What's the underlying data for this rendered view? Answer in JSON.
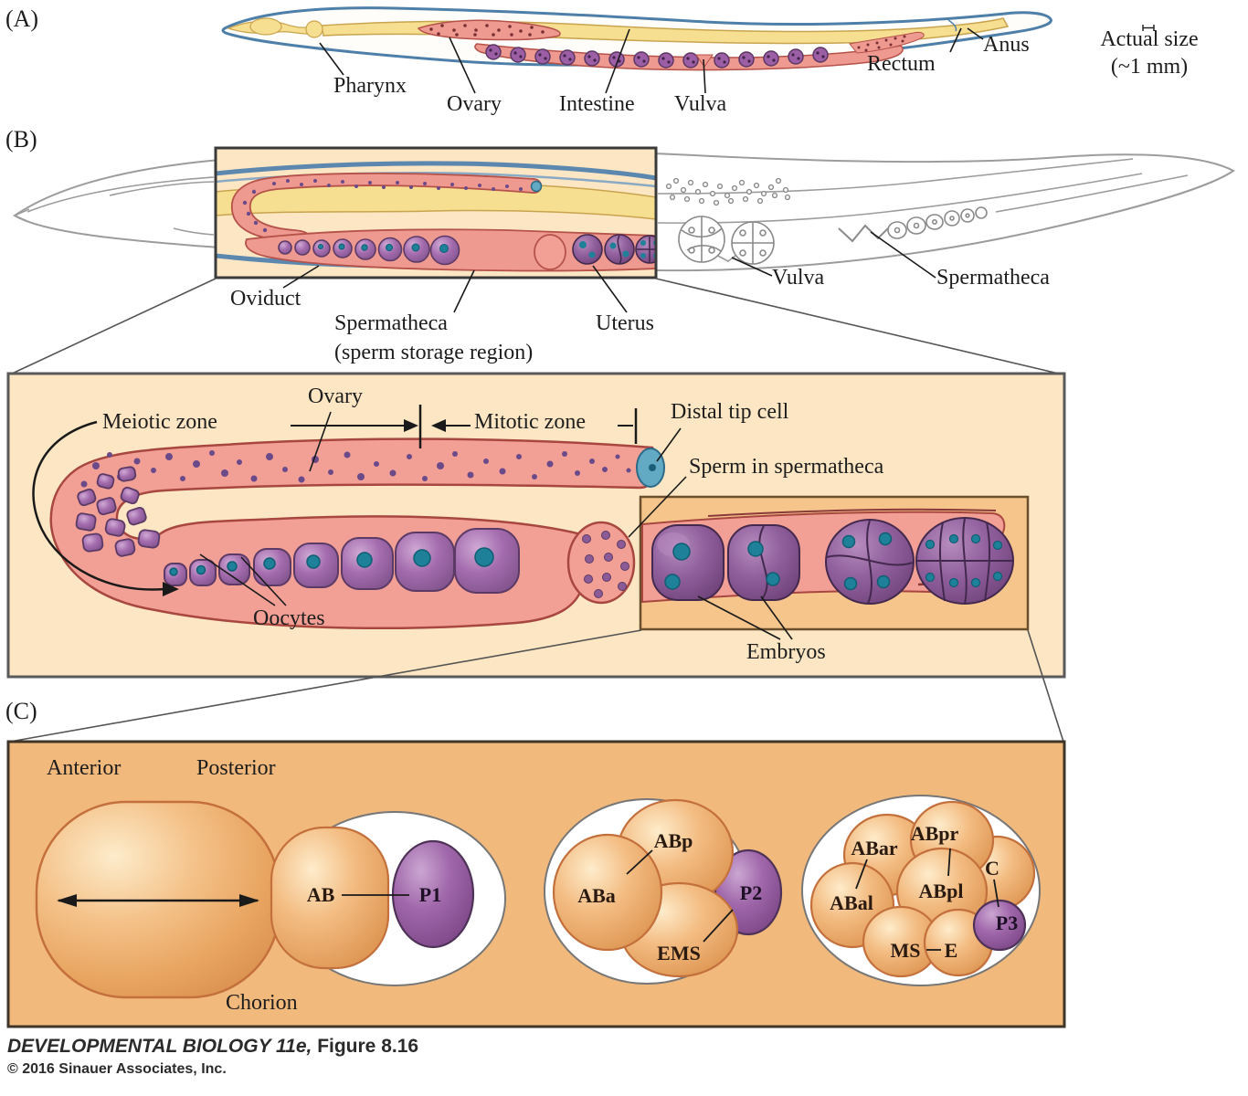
{
  "figure": {
    "panel_a": {
      "tag": "(A)",
      "labels": {
        "pharynx": "Pharynx",
        "ovary": "Ovary",
        "intestine": "Intestine",
        "vulva": "Vulva",
        "rectum": "Rectum",
        "anus": "Anus",
        "actual_size": "Actual size",
        "actual_size_value": "(~1 mm)"
      }
    },
    "panel_b": {
      "tag": "(B)",
      "labels": {
        "oviduct": "Oviduct",
        "spermatheca": "Spermatheca",
        "spermatheca_sub": "(sperm storage region)",
        "uterus": "Uterus",
        "vulva": "Vulva",
        "spermatheca_right": "Spermatheca"
      }
    },
    "zoom_panel": {
      "labels": {
        "ovary": "Ovary",
        "meiotic_zone": "Meiotic zone",
        "mitotic_zone": "Mitotic zone",
        "distal_tip_cell": "Distal tip cell",
        "sperm_in_spermatheca": "Sperm in spermatheca",
        "oocytes": "Oocytes",
        "embryos": "Embryos"
      }
    },
    "panel_c": {
      "tag": "(C)",
      "labels": {
        "anterior": "Anterior",
        "posterior": "Posterior",
        "chorion": "Chorion"
      },
      "stage_2cell": {
        "ab": "AB",
        "p1": "P1"
      },
      "stage_4cell": {
        "aba": "ABa",
        "abp": "ABp",
        "ems": "EMS",
        "p2": "P2"
      },
      "stage_8cell": {
        "abar": "ABar",
        "abpr": "ABpr",
        "abal": "ABal",
        "abpl": "ABpl",
        "c": "C",
        "ms": "MS",
        "e": "E",
        "p3": "P3"
      }
    },
    "credit": {
      "book": "DEVELOPMENTAL BIOLOGY 11e,",
      "figure": " Figure 8.16",
      "copyright": "© 2016 Sinauer Associates, Inc."
    },
    "colors": {
      "panel_bg": "#fce6c3",
      "panel_c_bg": "#f2b97c",
      "ovary_pink": "#f2a096",
      "cell_purple": "#9d64a6",
      "nucleus_teal": "#1f8099",
      "intestine_yellow": "#f6df90",
      "body_outline_blue": "#4e7fa8",
      "blastomere_orange": "#f0af72"
    }
  }
}
